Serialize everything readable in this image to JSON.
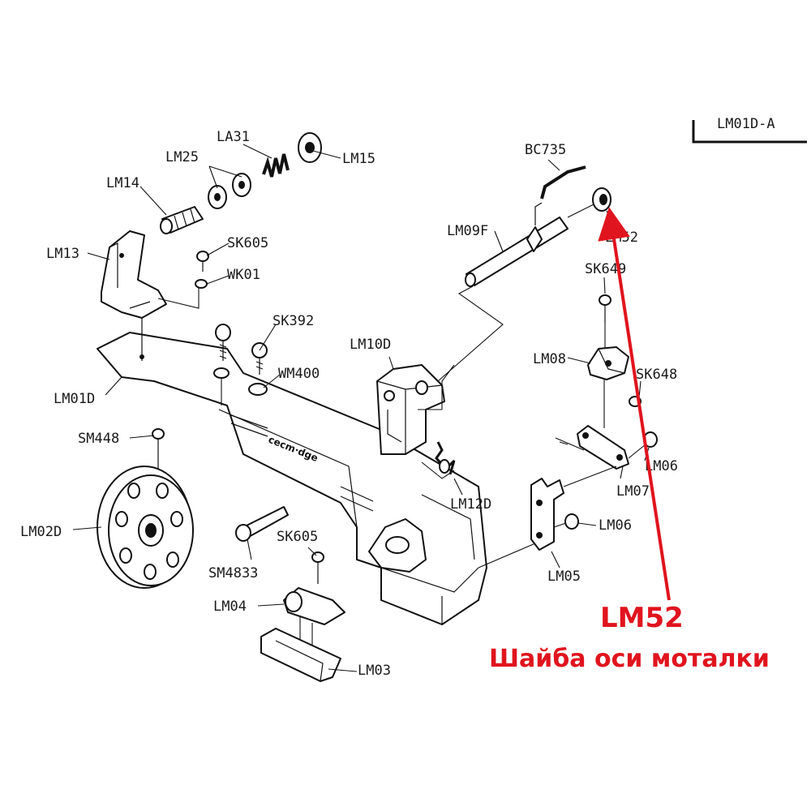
{
  "sheet_id": "LM01D-A",
  "parts": {
    "LA31": "LA31",
    "LM25": "LM25",
    "LM15": "LM15",
    "LM14": "LM14",
    "LM13": "LM13",
    "SK605_top": "SK605",
    "WK01": "WK01",
    "SK392": "SK392",
    "WM400": "WM400",
    "LM01D": "LM01D",
    "SM448": "SM448",
    "LM02D": "LM02D",
    "LM10D": "LM10D",
    "LM12D": "LM12D",
    "SM4833": "SM4833",
    "SK605_bottom": "SK605",
    "LM04": "LM04",
    "LM03": "LM03",
    "BC735": "BC735",
    "LM09F": "LM09F",
    "LM52": "LM52",
    "SK649": "SK649",
    "LM08": "LM08",
    "SK648": "SK648",
    "LM06_upper": "LM06",
    "LM07": "LM07",
    "LM06_lower": "LM06",
    "LM05": "LM05"
  },
  "callout": {
    "code": "LM52",
    "description": "Шайба оси моталки",
    "color": "#e0141e"
  }
}
